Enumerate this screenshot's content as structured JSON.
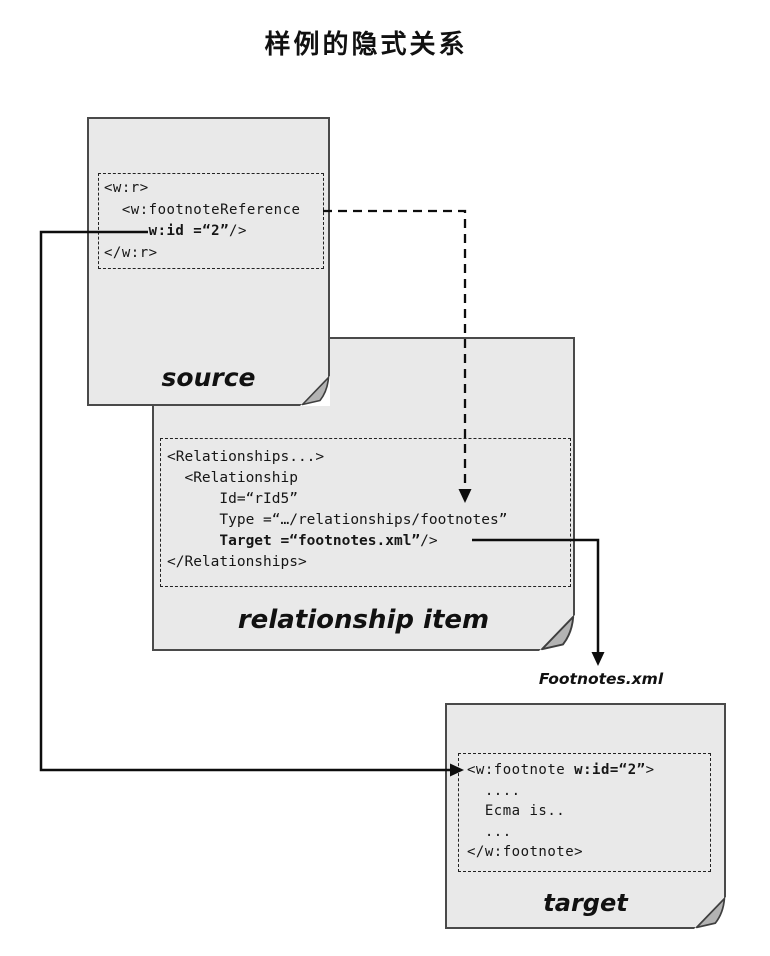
{
  "title": "样例的隐式关系",
  "source_box": {
    "label": "source",
    "line1": "<w:r>",
    "line2": "  <w:footnoteReference",
    "line3_bold": "     w:id =“2”",
    "line3_rest": "/>",
    "line4": "</w:r>"
  },
  "relationship_box": {
    "label": "relationship item",
    "line1": "<Relationships...>",
    "line2": "  <Relationship",
    "line3": "      Id=“rId5”",
    "line4": "      Type =“…/relationships/footnotes”",
    "line5_bold": "      Target =“footnotes.xml”",
    "line5_rest": "/>",
    "line6": "</Relationships>"
  },
  "target_box": {
    "file_label": "Footnotes.xml",
    "label": "target",
    "line1_pre": "<w:footnote ",
    "line1_bold": "w:id=“2”",
    "line1_rest": ">",
    "line2": "  ....",
    "line3": "  Ecma is..",
    "line4": "  ...",
    "line5": "</w:footnote>"
  },
  "colors": {
    "box_fill": "#e9e9e9",
    "box_border": "#4a4a4a",
    "fold_fill": "#b3b3b3",
    "line_color": "#0d0d0d"
  }
}
